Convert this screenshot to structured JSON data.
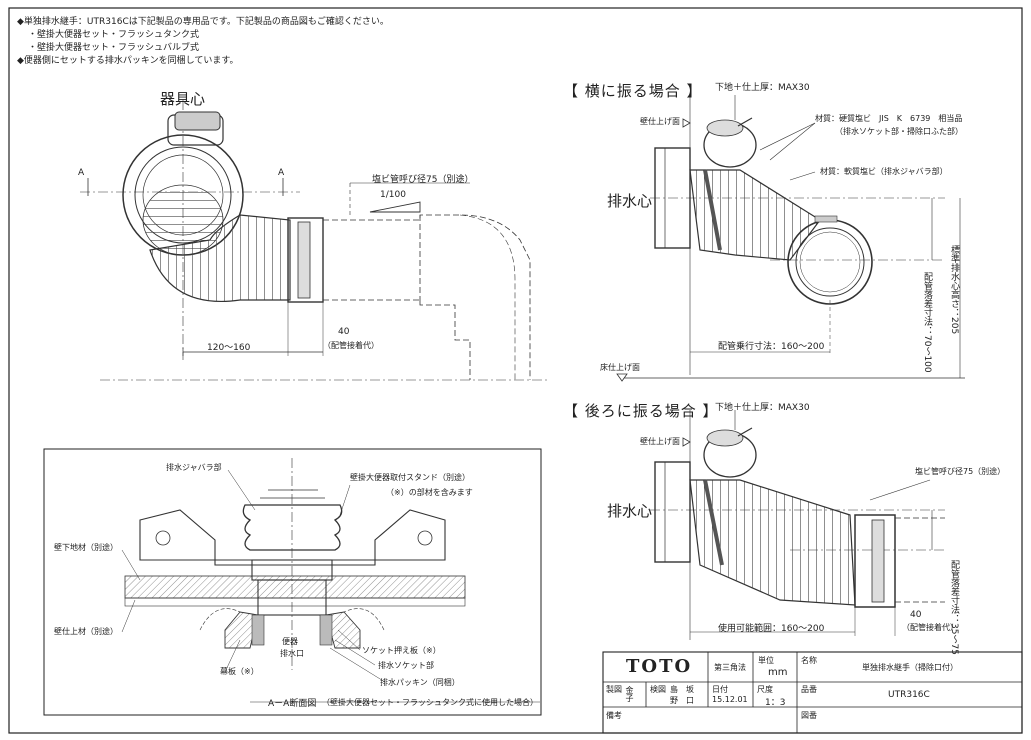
{
  "notes": [
    "◆単独排水継手：UTR316Cは下記製品の専用品です。下記製品の商品図もご確認ください。",
    "・壁掛大便器セット・フラッシュタンク式",
    "・壁掛大便器セット・フラッシュバルブ式",
    "◆便器側にセットする排水パッキンを同梱しています。"
  ],
  "top_left": {
    "fixture_center": "器具心",
    "section_mark_a": "A",
    "pvc_pipe": "塩ビ管呼び径75（別途）",
    "slope": "1/100",
    "dim_range": "120～160",
    "dim_40": "40",
    "insertion_allowance": "（配管接着代）"
  },
  "side_view": {
    "title": "【 横に振る場合 】",
    "floor_note": "下地＋仕上厚：MAX30",
    "wall_finish": "壁仕上げ面",
    "material_pvc": "材質：硬質塩ビ　JIS　K　6739　相当品",
    "material_pvc_sub": "（排水ソケット部・掃除口ふた部）",
    "material_soft": "材質：軟質塩ビ（排水ジャバラ部）",
    "drain_center": "排水心",
    "pipe_run": "配管乗行寸法：160～200",
    "v_dim1": "配管落差寸法：70～100",
    "v_dim2": "標準排水心高さ：205",
    "floor_finish": "床仕上げ面"
  },
  "rear_view": {
    "title": "【 後ろに振る場合 】",
    "floor_note": "下地＋仕上厚：MAX30",
    "wall_finish": "壁仕上げ面",
    "drain_center": "排水心",
    "pvc_pipe": "塩ビ管呼び径75（別途）",
    "v_dim": "配管落差寸法：35～75",
    "dim_40": "40",
    "insertion_allowance": "（配管接着代）",
    "usable_range": "使用可能範囲：160～200"
  },
  "section": {
    "bellows": "排水ジャバラ部",
    "stand": "壁掛大便器取付スタンド（別途）",
    "stand_note": "（※）の部材を含みます",
    "wall_base": "壁下地材（別途）",
    "wall_finish": "壁仕上材（別途）",
    "toilet_outlet_1": "便器",
    "toilet_outlet_2": "排水口",
    "socket_holder": "ソケット押え板（※）",
    "socket": "排水ソケット部",
    "packing": "排水パッキン（同梱）",
    "curtain_plate": "幕板（※）",
    "caption_title": "A－A断面図",
    "caption_note": "（壁掛大便器セット・フラッシュタンク式に使用した場合）"
  },
  "title_block": {
    "brand": "TOTO",
    "projection": "第三角法",
    "unit_label": "単位",
    "unit": "mm",
    "name_label": "名称",
    "name": "単独排水継手（掃除口付）",
    "drawn_label": "製図",
    "drawn_by": "金子",
    "checked_label": "検図",
    "checked_by_1": "島　坂",
    "checked_by_2": "野　口",
    "date_label": "日付",
    "date": "15.12.01",
    "scale_label": "尺度",
    "scale": "1：3",
    "part_label": "品番",
    "part": "UTR316C",
    "remarks_label": "備考",
    "drawing_no_label": "図番"
  },
  "colors": {
    "line": "#333333",
    "hatch": "#777777",
    "border": "#222222"
  }
}
